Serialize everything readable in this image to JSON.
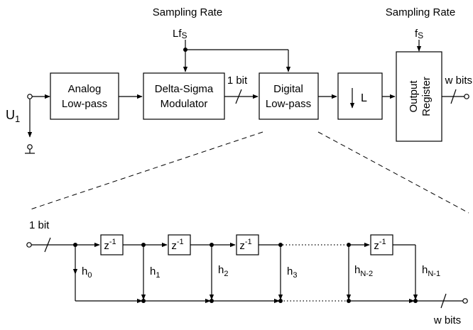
{
  "labels": {
    "sampling_rate_left": "Sampling Rate",
    "lfs": "Lf",
    "lfs_sub": "S",
    "sampling_rate_right": "Sampling Rate",
    "fs": "f",
    "fs_sub": "S",
    "u1": "U",
    "u1_sub": "1",
    "analog_lp_1": "Analog",
    "analog_lp_2": "Low-pass",
    "ds_1": "Delta-Sigma",
    "ds_2": "Modulator",
    "one_bit_top": "1 bit",
    "digital_lp_1": "Digital",
    "digital_lp_2": "Low-pass",
    "decim_L": "L",
    "output_1": "Output",
    "output_2": "Register",
    "w_bits_top": "w bits",
    "one_bit_bottom": "1 bit",
    "w_bits_bottom": "w bits"
  },
  "filter": {
    "delays": [
      {
        "base": "z",
        "exp": "-1"
      },
      {
        "base": "z",
        "exp": "-1"
      },
      {
        "base": "z",
        "exp": "-1"
      },
      {
        "base": "z",
        "exp": "-1"
      }
    ],
    "coefficients": [
      {
        "base": "h",
        "sub": "0"
      },
      {
        "base": "h",
        "sub": "1"
      },
      {
        "base": "h",
        "sub": "2"
      },
      {
        "base": "h",
        "sub": "3"
      },
      {
        "base": "h",
        "sub": "N-2"
      },
      {
        "base": "h",
        "sub": "N-1"
      }
    ]
  }
}
